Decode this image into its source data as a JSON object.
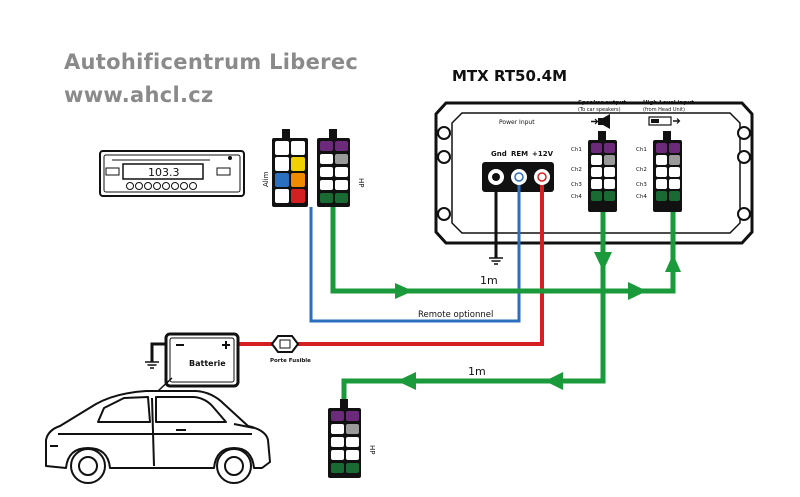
{
  "header": {
    "brand_name": "Autohificentrum Liberec",
    "brand_url": "www.ahcl.cz"
  },
  "amplifier": {
    "model": "MTX RT50.4M",
    "power_input_label": "Power Input",
    "terminals": [
      "Gnd",
      "REM",
      "+12V"
    ],
    "speaker_output_label": "Speaker output",
    "speaker_output_sub": "(To car speakers)",
    "high_level_input_label": "High Level input",
    "high_level_input_sub": "(from Head Unit)",
    "channels": [
      "Ch1",
      "Ch2",
      "Ch3",
      "Ch4"
    ]
  },
  "head_unit": {
    "display": "103.3",
    "alim_label": "Alim",
    "hp_label": "HP"
  },
  "battery": {
    "label": "Batterie",
    "fuse_label": "Porte Fusible"
  },
  "speaker_connector": {
    "hp_label": "HP"
  },
  "wires": {
    "upper_length": "1m",
    "lower_length": "1m",
    "remote_label": "Remote optionnel"
  },
  "colors": {
    "green_wire": "#1a9a3a",
    "blue_wire": "#2a6fc0",
    "red_wire": "#d42020",
    "purple_pin": "#6b2a7a",
    "black": "#111111",
    "brand_gray": "#8a8a8a"
  }
}
